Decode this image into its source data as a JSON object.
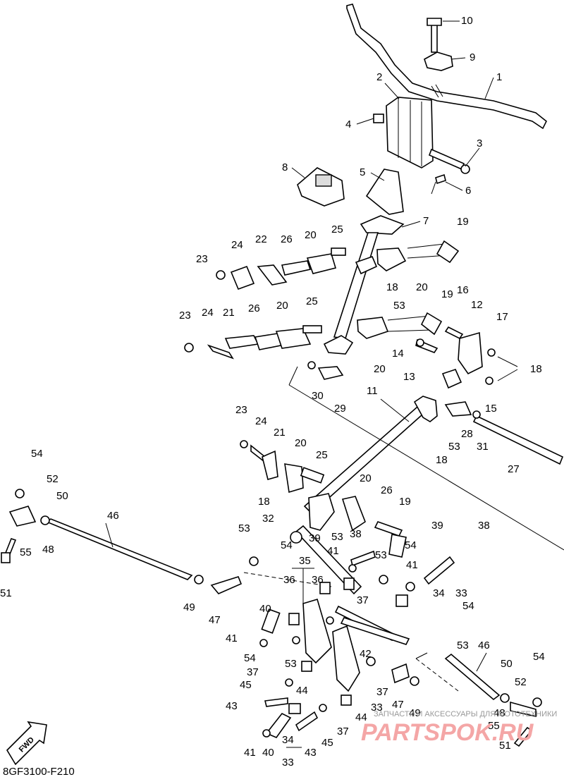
{
  "diagram": {
    "code": "8GF3100-F210",
    "watermark_small": "ЗАПЧАСТИ И АКСЕССУАРЫ ДЛЯ МОТОТЕХНИКИ",
    "watermark_big": "PARTSPOK.RU",
    "fwd_label": "FWD",
    "callouts": [
      {
        "id": "c1",
        "text": "1"
      },
      {
        "id": "c2",
        "text": "2"
      },
      {
        "id": "c3",
        "text": "3"
      },
      {
        "id": "c4",
        "text": "4"
      },
      {
        "id": "c5",
        "text": "5"
      },
      {
        "id": "c6",
        "text": "6"
      },
      {
        "id": "c7",
        "text": "7"
      },
      {
        "id": "c8",
        "text": "8"
      },
      {
        "id": "c9",
        "text": "9"
      },
      {
        "id": "c10",
        "text": "10"
      },
      {
        "id": "c11",
        "text": "11"
      },
      {
        "id": "c12",
        "text": "12"
      },
      {
        "id": "c13",
        "text": "13"
      },
      {
        "id": "c14",
        "text": "14"
      },
      {
        "id": "c15",
        "text": "15"
      },
      {
        "id": "c16",
        "text": "16"
      },
      {
        "id": "c17",
        "text": "17"
      },
      {
        "id": "c18a",
        "text": "18"
      },
      {
        "id": "c18b",
        "text": "18"
      },
      {
        "id": "c18c",
        "text": "18"
      },
      {
        "id": "c18d",
        "text": "18"
      },
      {
        "id": "c19a",
        "text": "19"
      },
      {
        "id": "c19b",
        "text": "19"
      },
      {
        "id": "c19c",
        "text": "19"
      },
      {
        "id": "c20a",
        "text": "20"
      },
      {
        "id": "c20b",
        "text": "20"
      },
      {
        "id": "c20c",
        "text": "20"
      },
      {
        "id": "c20d",
        "text": "20"
      },
      {
        "id": "c20e",
        "text": "20"
      },
      {
        "id": "c20f",
        "text": "20"
      },
      {
        "id": "c21a",
        "text": "21"
      },
      {
        "id": "c21b",
        "text": "21"
      },
      {
        "id": "c22",
        "text": "22"
      },
      {
        "id": "c23a",
        "text": "23"
      },
      {
        "id": "c23b",
        "text": "23"
      },
      {
        "id": "c23c",
        "text": "23"
      },
      {
        "id": "c24a",
        "text": "24"
      },
      {
        "id": "c24b",
        "text": "24"
      },
      {
        "id": "c24c",
        "text": "24"
      },
      {
        "id": "c25a",
        "text": "25"
      },
      {
        "id": "c25b",
        "text": "25"
      },
      {
        "id": "c25c",
        "text": "25"
      },
      {
        "id": "c26a",
        "text": "26"
      },
      {
        "id": "c26b",
        "text": "26"
      },
      {
        "id": "c26c",
        "text": "26"
      },
      {
        "id": "c27",
        "text": "27"
      },
      {
        "id": "c28",
        "text": "28"
      },
      {
        "id": "c29",
        "text": "29"
      },
      {
        "id": "c30",
        "text": "30"
      },
      {
        "id": "c31",
        "text": "31"
      },
      {
        "id": "c32",
        "text": "32"
      },
      {
        "id": "c33a",
        "text": "33"
      },
      {
        "id": "c33b",
        "text": "33"
      },
      {
        "id": "c33c",
        "text": "33"
      },
      {
        "id": "c34a",
        "text": "34"
      },
      {
        "id": "c34b",
        "text": "34"
      },
      {
        "id": "c35",
        "text": "35"
      },
      {
        "id": "c36a",
        "text": "36"
      },
      {
        "id": "c36b",
        "text": "36"
      },
      {
        "id": "c37a",
        "text": "37"
      },
      {
        "id": "c37b",
        "text": "37"
      },
      {
        "id": "c37c",
        "text": "37"
      },
      {
        "id": "c37d",
        "text": "37"
      },
      {
        "id": "c38a",
        "text": "38"
      },
      {
        "id": "c38b",
        "text": "38"
      },
      {
        "id": "c39a",
        "text": "39"
      },
      {
        "id": "c39b",
        "text": "39"
      },
      {
        "id": "c40a",
        "text": "40"
      },
      {
        "id": "c40b",
        "text": "40"
      },
      {
        "id": "c41a",
        "text": "41"
      },
      {
        "id": "c41b",
        "text": "41"
      },
      {
        "id": "c41c",
        "text": "41"
      },
      {
        "id": "c41d",
        "text": "41"
      },
      {
        "id": "c42",
        "text": "42"
      },
      {
        "id": "c43a",
        "text": "43"
      },
      {
        "id": "c43b",
        "text": "43"
      },
      {
        "id": "c44a",
        "text": "44"
      },
      {
        "id": "c44b",
        "text": "44"
      },
      {
        "id": "c45a",
        "text": "45"
      },
      {
        "id": "c45b",
        "text": "45"
      },
      {
        "id": "c46a",
        "text": "46"
      },
      {
        "id": "c46b",
        "text": "46"
      },
      {
        "id": "c47a",
        "text": "47"
      },
      {
        "id": "c47b",
        "text": "47"
      },
      {
        "id": "c48a",
        "text": "48"
      },
      {
        "id": "c48b",
        "text": "48"
      },
      {
        "id": "c49a",
        "text": "49"
      },
      {
        "id": "c49b",
        "text": "49"
      },
      {
        "id": "c50a",
        "text": "50"
      },
      {
        "id": "c50b",
        "text": "50"
      },
      {
        "id": "c51a",
        "text": "51"
      },
      {
        "id": "c51b",
        "text": "51"
      },
      {
        "id": "c52a",
        "text": "52"
      },
      {
        "id": "c52b",
        "text": "52"
      },
      {
        "id": "c53a",
        "text": "53"
      },
      {
        "id": "c53b",
        "text": "53"
      },
      {
        "id": "c53c",
        "text": "53"
      },
      {
        "id": "c53d",
        "text": "53"
      },
      {
        "id": "c53e",
        "text": "53"
      },
      {
        "id": "c53f",
        "text": "53"
      },
      {
        "id": "c53g",
        "text": "53"
      },
      {
        "id": "c54a",
        "text": "54"
      },
      {
        "id": "c54b",
        "text": "54"
      },
      {
        "id": "c54c",
        "text": "54"
      },
      {
        "id": "c54d",
        "text": "54"
      },
      {
        "id": "c54e",
        "text": "54"
      },
      {
        "id": "c54f",
        "text": "54"
      },
      {
        "id": "c55a",
        "text": "55"
      },
      {
        "id": "c55b",
        "text": "55"
      }
    ]
  }
}
